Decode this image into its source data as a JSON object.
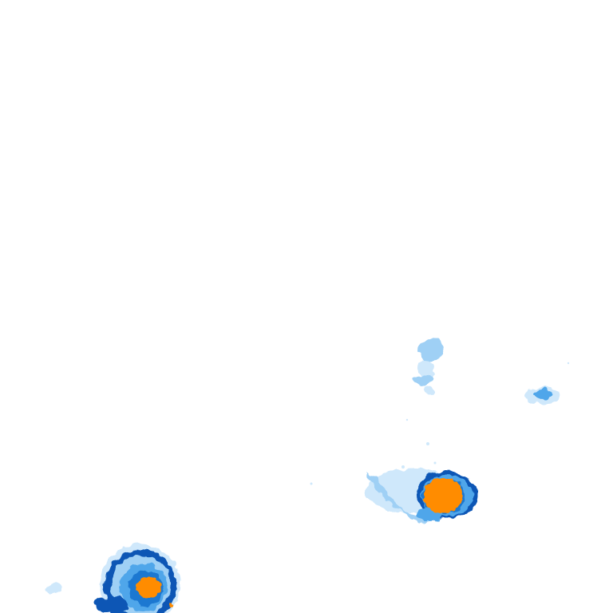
{
  "map": {
    "background": "#ffffff",
    "palette": {
      "very_light": "#cfe8fb",
      "light": "#9fd0f5",
      "medium": "#4fa6ea",
      "strong": "#1f78d1",
      "deep": "#0b57b5",
      "core": "#ff8c00"
    },
    "cells": [
      {
        "name": "cell-southwest",
        "intensity_levels": [
          "very_light",
          "light",
          "medium",
          "strong",
          "deep",
          "core"
        ]
      },
      {
        "name": "cell-southeast",
        "intensity_levels": [
          "very_light",
          "light",
          "medium",
          "strong",
          "deep",
          "core"
        ]
      },
      {
        "name": "cell-north-fragment",
        "intensity_levels": [
          "very_light",
          "light"
        ]
      },
      {
        "name": "cell-east-fragment",
        "intensity_levels": [
          "very_light",
          "light",
          "medium"
        ]
      },
      {
        "name": "cell-far-west-fragment",
        "intensity_levels": [
          "very_light",
          "light"
        ]
      }
    ]
  }
}
